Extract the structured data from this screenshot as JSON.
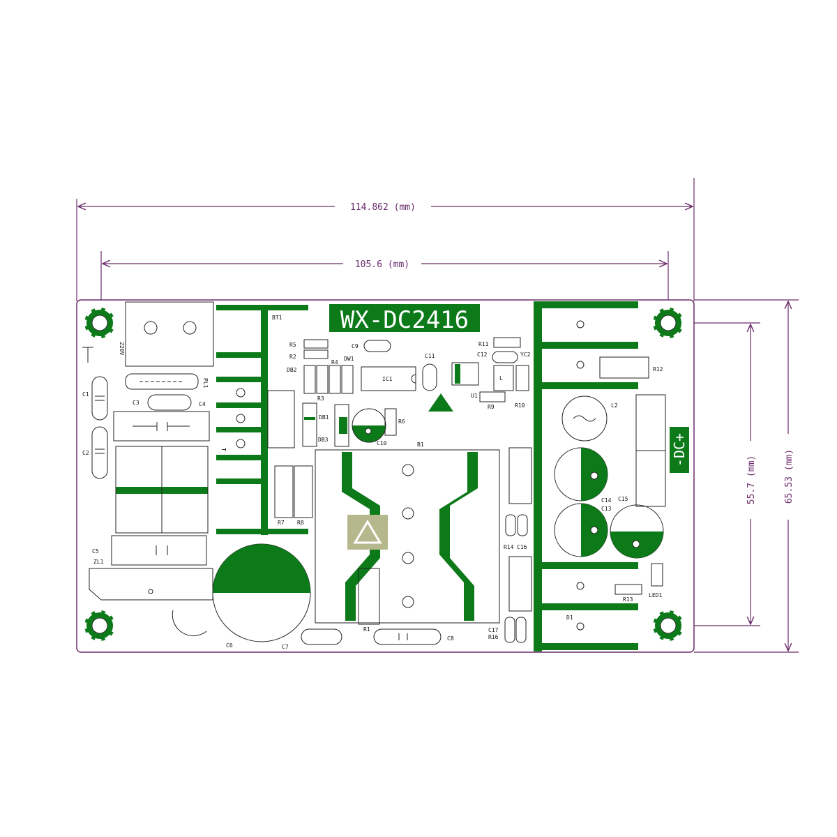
{
  "board": {
    "title": "WX-DC2416",
    "dc_label": "-DC+",
    "colors": {
      "outline": "#6b2c6b",
      "copper": "#0d7a1a",
      "silk": "#222222",
      "background": "#ffffff"
    }
  },
  "dimensions": {
    "overall_width": "114.862 (mm)",
    "hole_spacing_x": "105.6 (mm)",
    "hole_spacing_y": "55.7 (mm)",
    "overall_height": "65.53 (mm)"
  },
  "components": {
    "bt1": "BT1",
    "r5": "R5",
    "r2": "R2",
    "db2": "DB2",
    "r4": "R4",
    "dw1": "DW1",
    "c9": "C9",
    "ic1": "IC1",
    "c11": "C11",
    "r11": "R11",
    "c12": "C12",
    "yc2": "YC2",
    "u1": "U1",
    "r9": "R9",
    "r10": "R10",
    "r12": "R12",
    "l2": "L2",
    "c3": "C3",
    "c4": "C4",
    "c1": "C1",
    "c2": "C2",
    "pl1": "PL1",
    "v220": "220V",
    "r3": "R3",
    "db1": "DB1",
    "db3": "DB3",
    "r6": "R6",
    "c10": "C10",
    "b1": "B1",
    "r7": "R7",
    "r8": "R8",
    "c14": "C14",
    "c15": "C15",
    "c13": "C13",
    "r14": "R14",
    "c16": "C16",
    "c5": "C5",
    "zl1": "ZL1",
    "r13": "R13",
    "led1": "LED1",
    "d1": "D1",
    "c17": "C17",
    "r16": "R16",
    "c6": "C6",
    "c7": "C7",
    "r1": "R1",
    "c8": "C8",
    "l1": "L",
    "t1": "T"
  }
}
